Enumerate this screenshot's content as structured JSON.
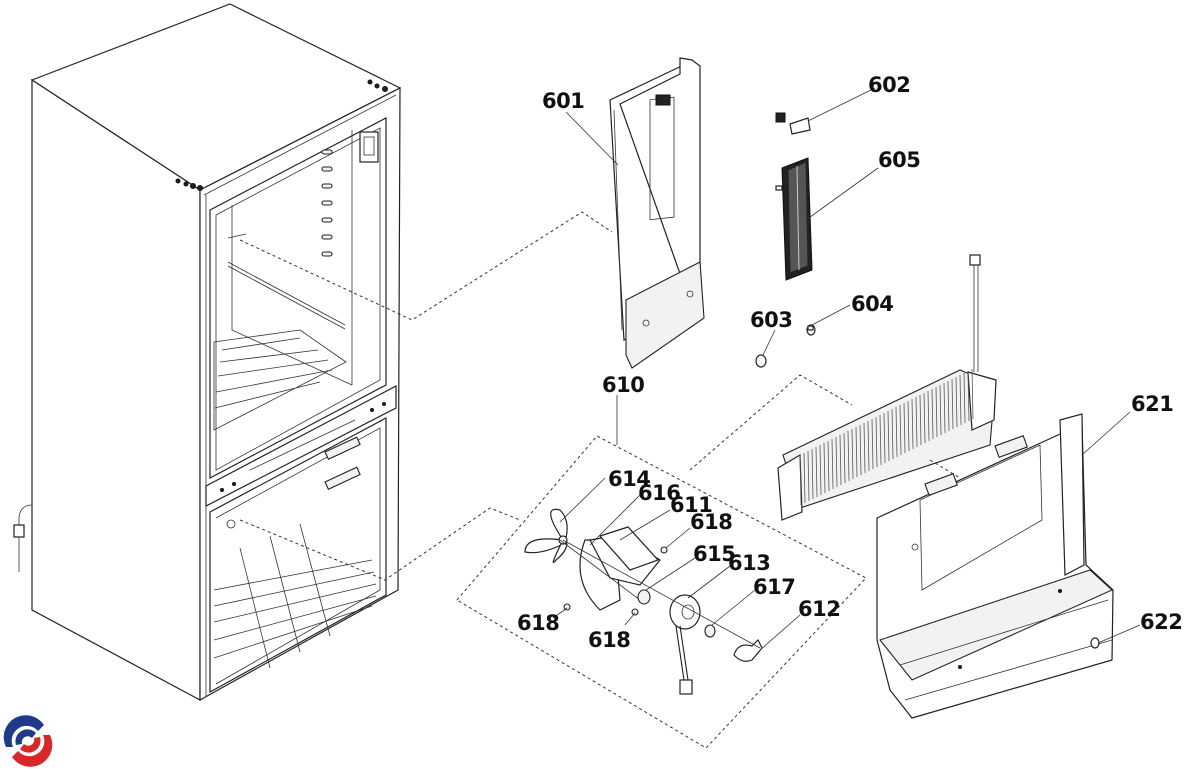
{
  "diagram": {
    "type": "exploded-parts-diagram",
    "subject": "refrigerator cabinet with freezer air duct, fan motor assembly and evaporator",
    "callouts": [
      {
        "id": "601",
        "label": "601",
        "part": "air duct cover"
      },
      {
        "id": "602",
        "label": "602",
        "part": "cap / insert"
      },
      {
        "id": "603",
        "label": "603",
        "part": "screw cap"
      },
      {
        "id": "604",
        "label": "604",
        "part": "screw cap"
      },
      {
        "id": "605",
        "label": "605",
        "part": "filter grille"
      },
      {
        "id": "610",
        "label": "610",
        "part": "fan motor assembly"
      },
      {
        "id": "611",
        "label": "611",
        "part": "fan bracket"
      },
      {
        "id": "612",
        "label": "612",
        "part": "motor clip"
      },
      {
        "id": "613",
        "label": "613",
        "part": "fan motor"
      },
      {
        "id": "614",
        "label": "614",
        "part": "fan blade"
      },
      {
        "id": "615",
        "label": "615",
        "part": "rubber grommet"
      },
      {
        "id": "616",
        "label": "616",
        "part": "fan shroud"
      },
      {
        "id": "617",
        "label": "617",
        "part": "rubber grommet"
      },
      {
        "id": "618a",
        "label": "618",
        "part": "screw"
      },
      {
        "id": "618b",
        "label": "618",
        "part": "screw"
      },
      {
        "id": "618c",
        "label": "618",
        "part": "screw"
      },
      {
        "id": "621",
        "label": "621",
        "part": "evaporator cover"
      },
      {
        "id": "622",
        "label": "622",
        "part": "screw cap"
      }
    ]
  },
  "logo": {
    "name": "brand-logo",
    "colors": {
      "blue": "#1f3a8a",
      "red": "#d62828"
    }
  }
}
